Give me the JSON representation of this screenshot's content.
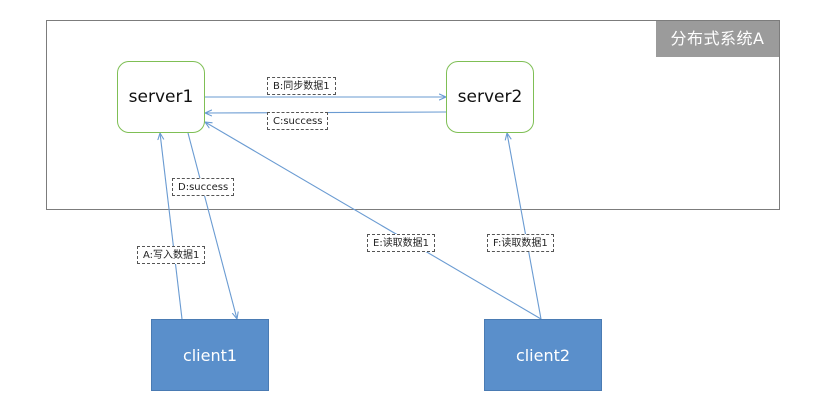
{
  "system": {
    "label": "分布式系统A"
  },
  "nodes": {
    "server1": "server1",
    "server2": "server2",
    "client1": "client1",
    "client2": "client2"
  },
  "edges": {
    "a": "A:写入数据1",
    "b": "B:同步数据1",
    "c": "C:success",
    "d": "D:success",
    "e": "E:读取数据1",
    "f": "F:读取数据1"
  },
  "colors": {
    "arrow": "#6a9bd2",
    "server_border": "#7fbf55",
    "client_fill": "#5a8fcb",
    "system_label_bg": "#9b9b9b"
  }
}
